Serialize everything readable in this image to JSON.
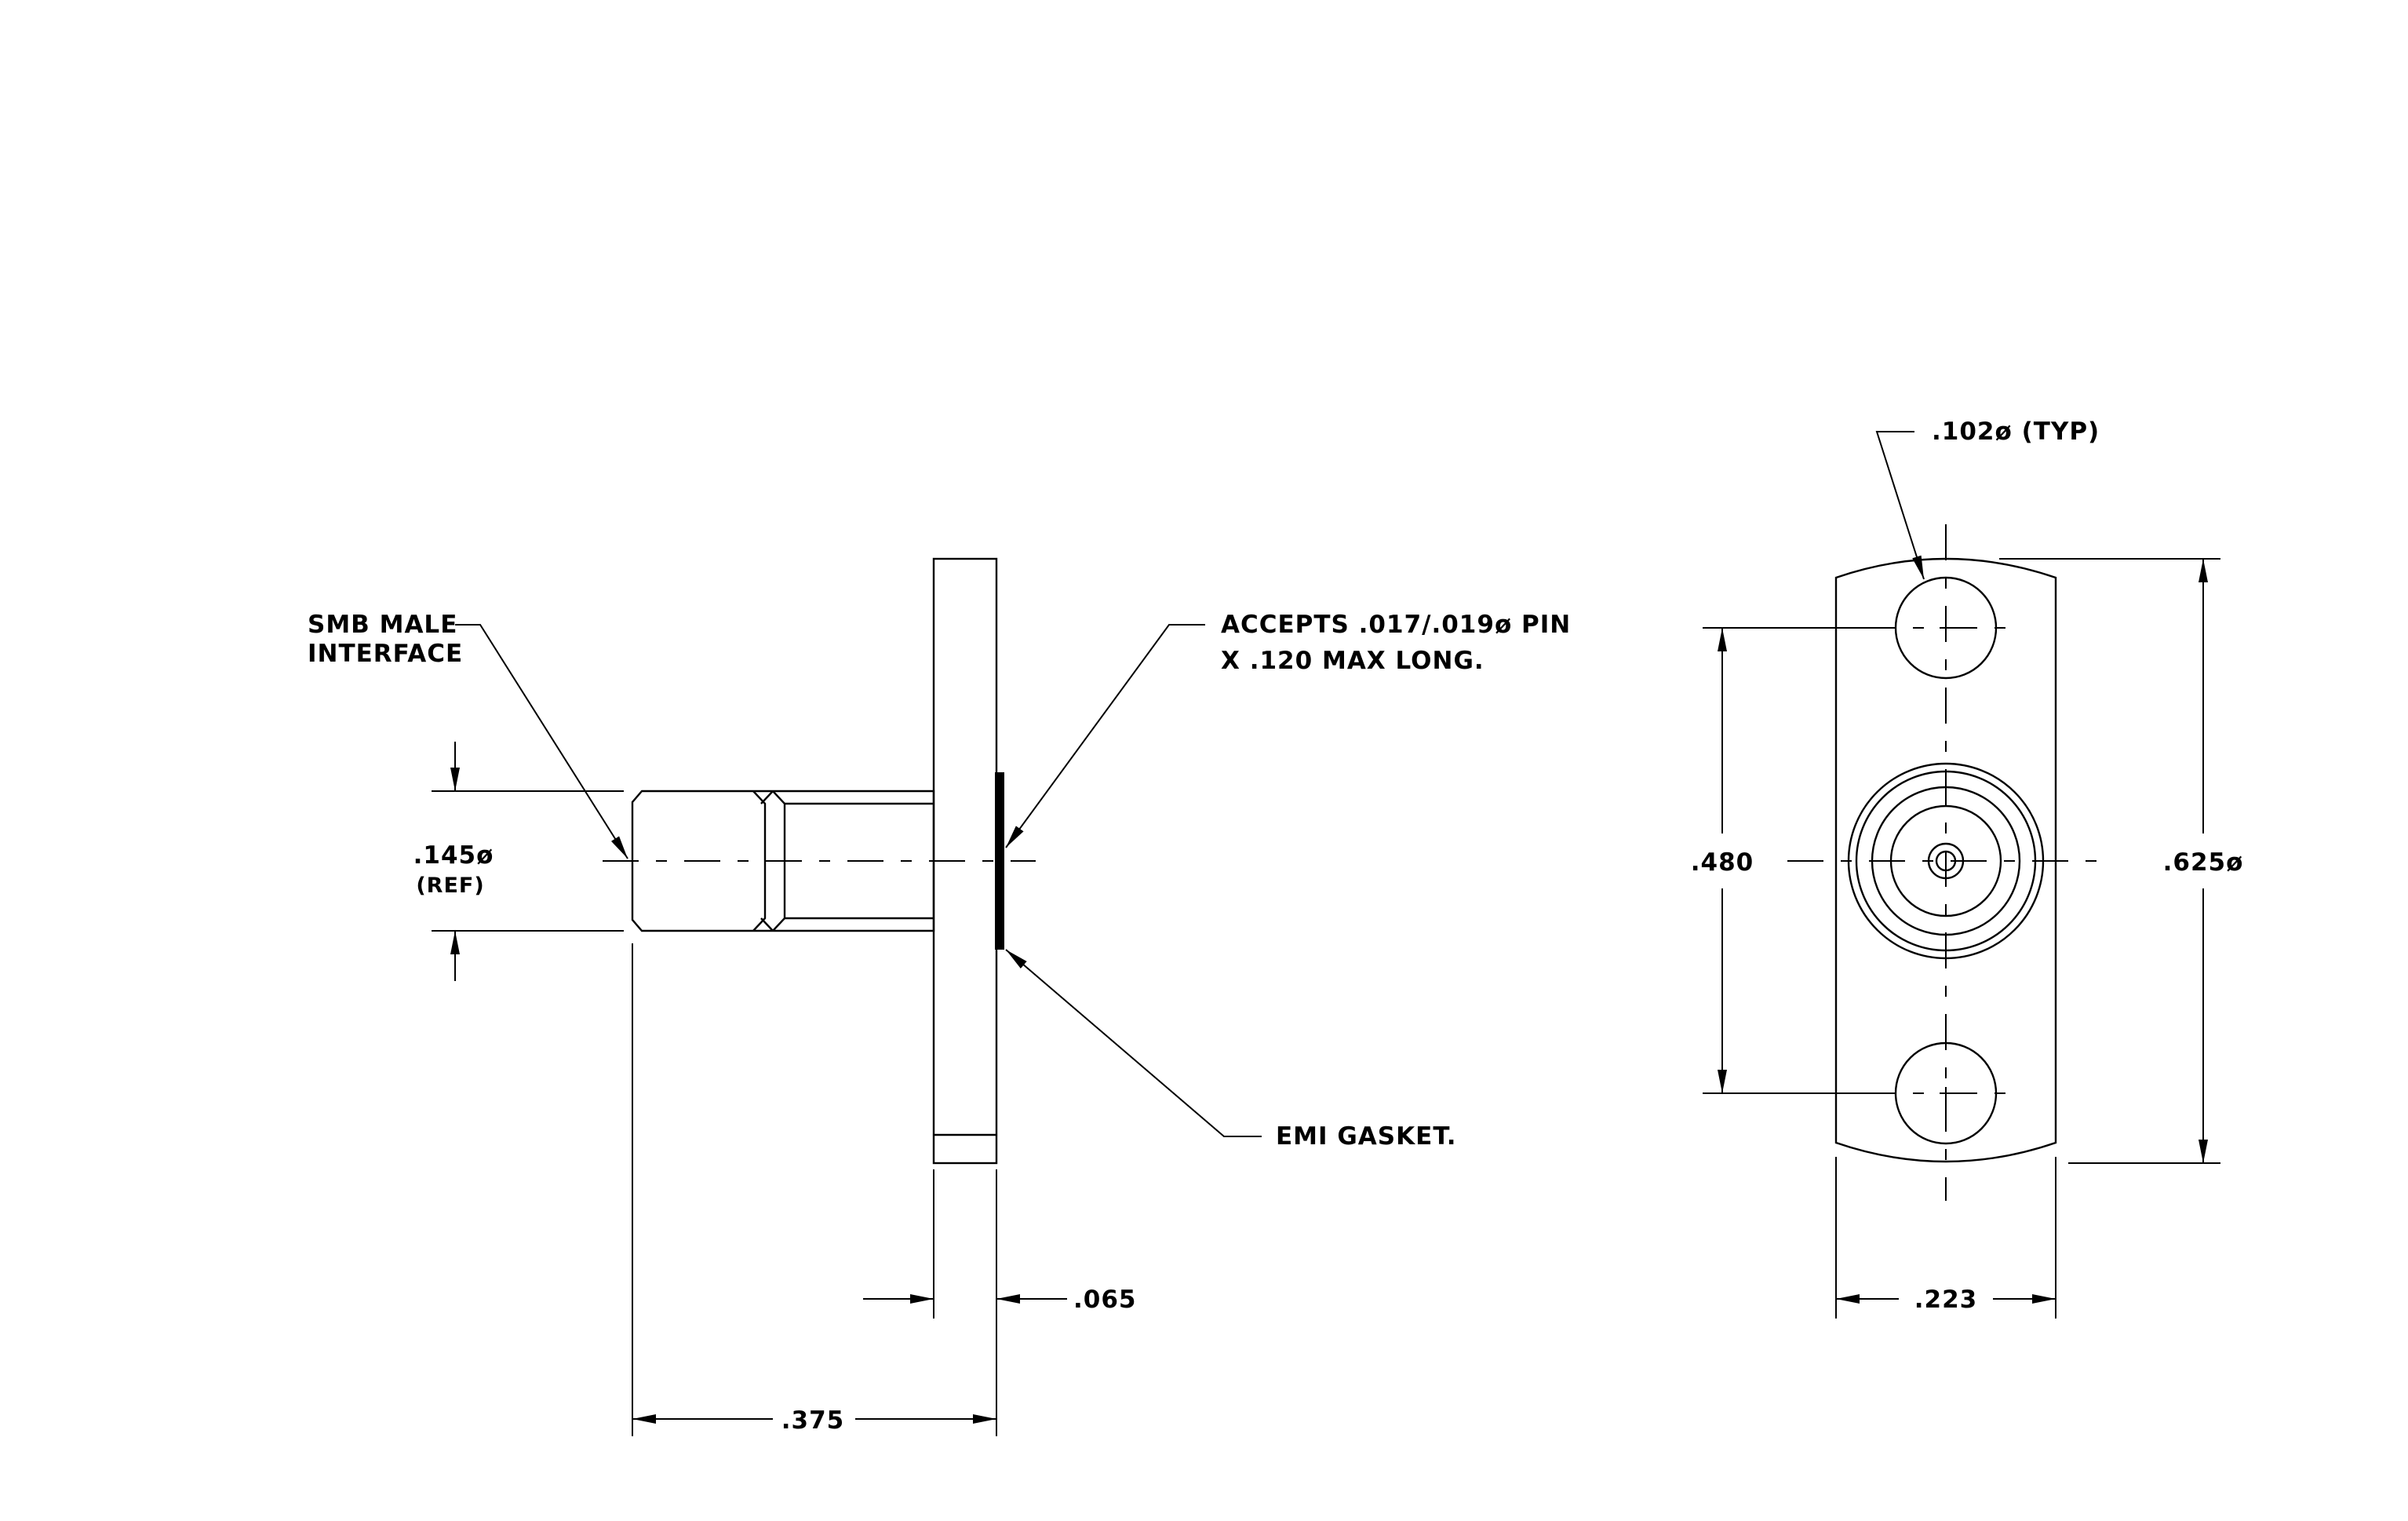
{
  "callouts": {
    "smb_line1": "SMB MALE",
    "smb_line2": "INTERFACE",
    "accepts_line1": "ACCEPTS .017/.019ø PIN",
    "accepts_line2": "X .120 MAX LONG.",
    "emi_gasket": "EMI GASKET.",
    "hole_dia": ".102ø (TYP)"
  },
  "dimensions": {
    "interface_dia": ".145ø",
    "interface_dia_note": "(REF)",
    "flange_thickness": ".065",
    "overall_length": ".375",
    "hole_spacing": ".480",
    "flange_height": ".625ø",
    "flange_width": ".223"
  }
}
